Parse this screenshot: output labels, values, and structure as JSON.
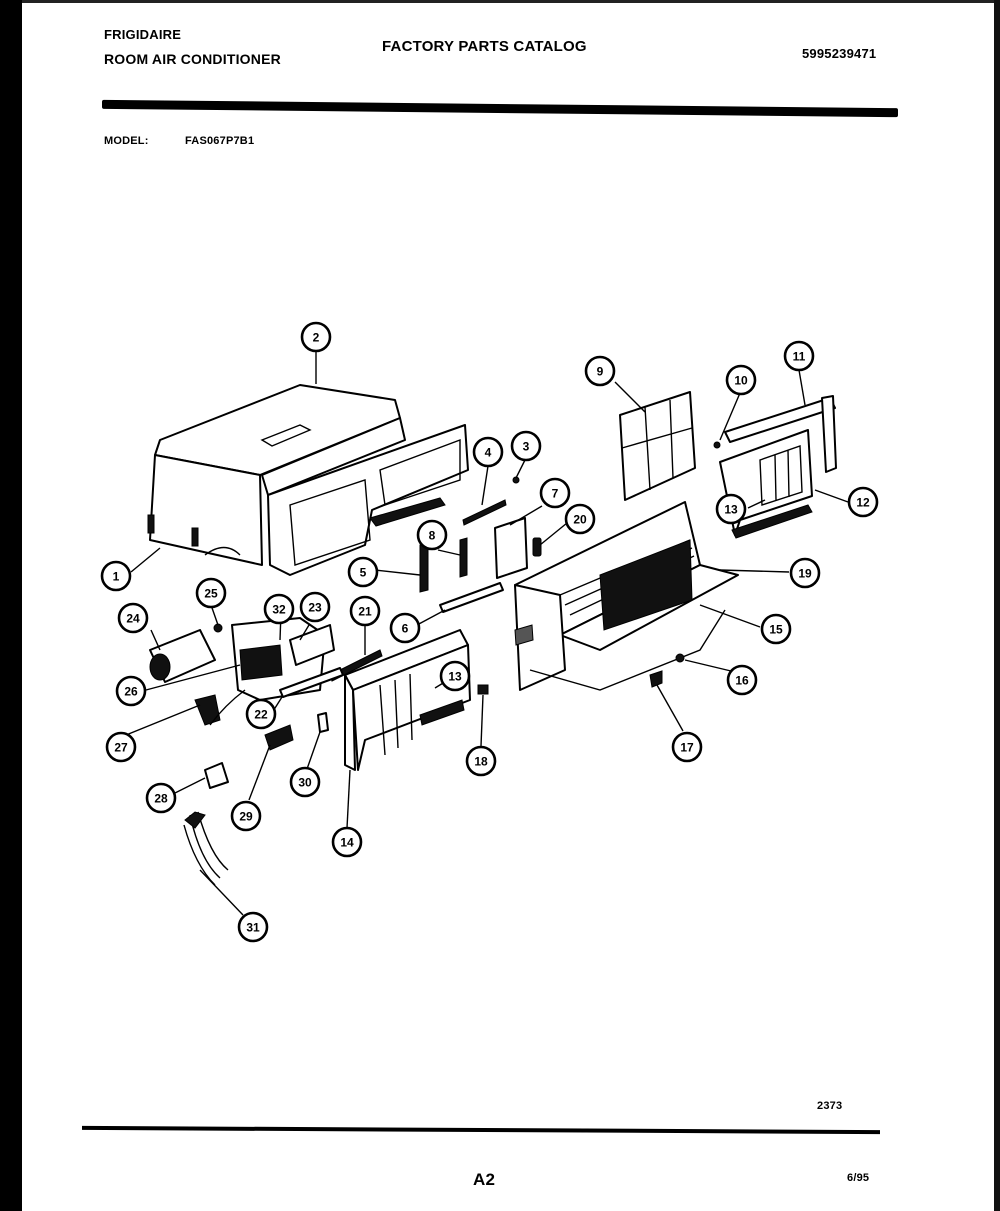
{
  "header": {
    "brand": "FRIGIDAIRE",
    "product": "ROOM AIR CONDITIONER",
    "catalog_title": "FACTORY PARTS CATALOG",
    "document_number": "5995239471"
  },
  "model": {
    "label": "MODEL:",
    "value": "FAS067P7B1"
  },
  "diagram": {
    "callouts": [
      "1",
      "2",
      "3",
      "4",
      "5",
      "6",
      "7",
      "8",
      "9",
      "10",
      "11",
      "12",
      "13",
      "13",
      "14",
      "15",
      "16",
      "17",
      "18",
      "19",
      "20",
      "21",
      "22",
      "23",
      "24",
      "25",
      "26",
      "27",
      "28",
      "29",
      "30",
      "31",
      "32"
    ]
  },
  "footer": {
    "figure_number": "2373",
    "page_number": "A2",
    "date": "6/95"
  }
}
